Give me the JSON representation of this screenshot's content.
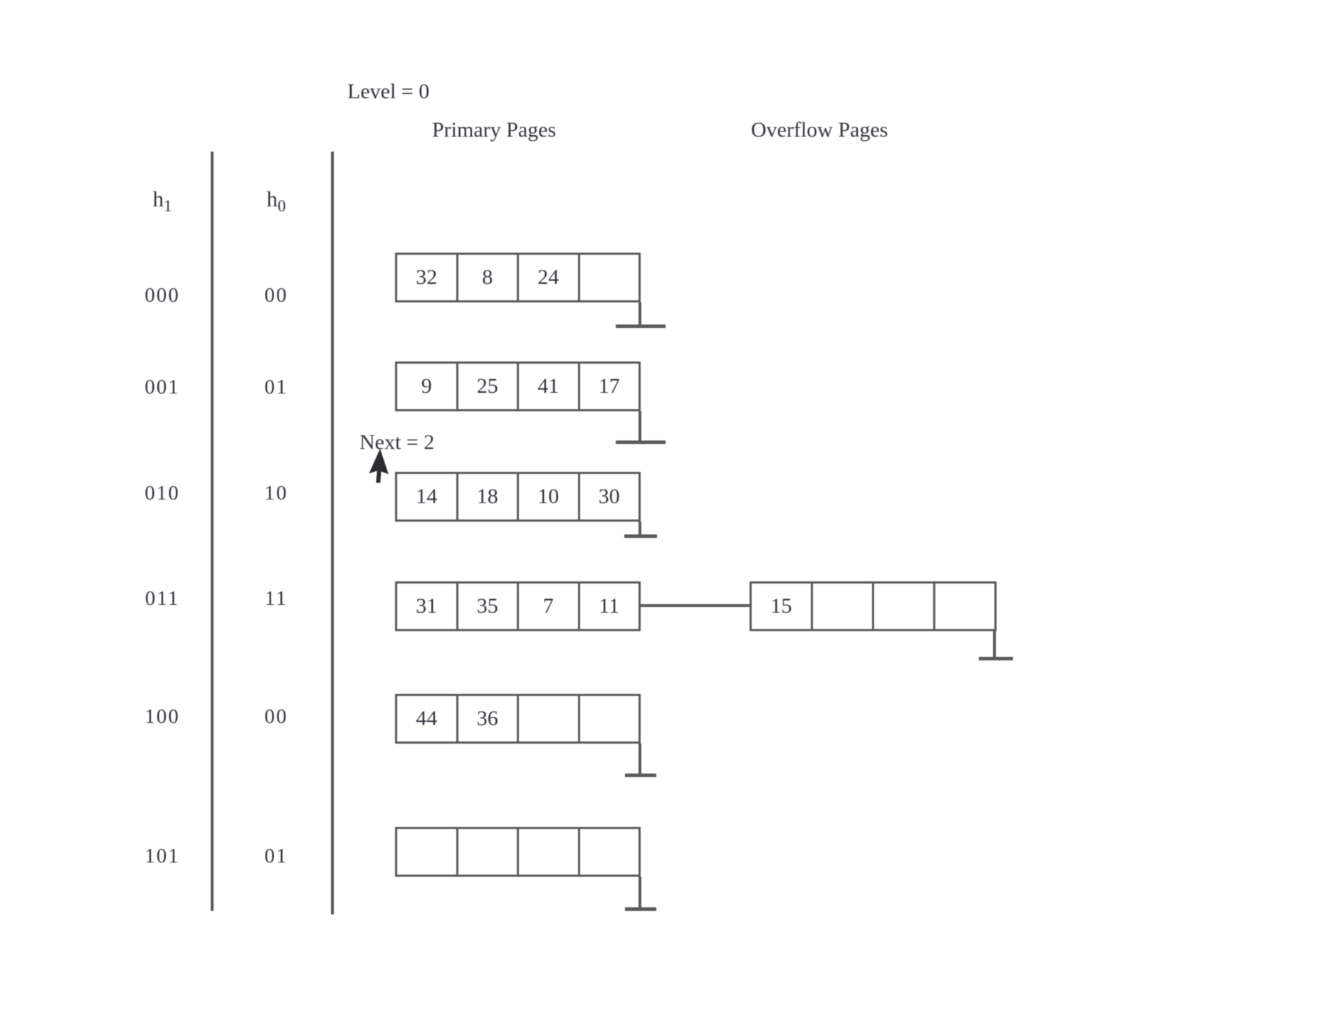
{
  "header": {
    "level_label": "Level = 0",
    "primary_pages": "Primary Pages",
    "overflow_pages": "Overflow Pages",
    "next_label": "Next = 2"
  },
  "columns": {
    "h1_base": "h",
    "h1_sub": "1",
    "h0_base": "h",
    "h0_sub": "0"
  },
  "rows": [
    {
      "h1": "000",
      "h0": "00",
      "cells": [
        "32",
        "8",
        "24",
        ""
      ]
    },
    {
      "h1": "001",
      "h0": "01",
      "cells": [
        "9",
        "25",
        "41",
        "17"
      ]
    },
    {
      "h1": "010",
      "h0": "10",
      "cells": [
        "14",
        "18",
        "10",
        "30"
      ]
    },
    {
      "h1": "011",
      "h0": "11",
      "cells": [
        "31",
        "35",
        "7",
        "11"
      ],
      "overflow_cells": [
        "15",
        "",
        "",
        ""
      ]
    },
    {
      "h1": "100",
      "h0": "00",
      "cells": [
        "44",
        "36",
        "",
        ""
      ]
    },
    {
      "h1": "101",
      "h0": "01",
      "cells": [
        "",
        "",
        "",
        ""
      ]
    }
  ],
  "icons": {
    "cursor": "mouse-cursor-icon",
    "null_pointer": "ground-null-pointer-icon"
  },
  "colors": {
    "line": "#59595c",
    "text": "#36363f",
    "background": "#ffffff"
  }
}
